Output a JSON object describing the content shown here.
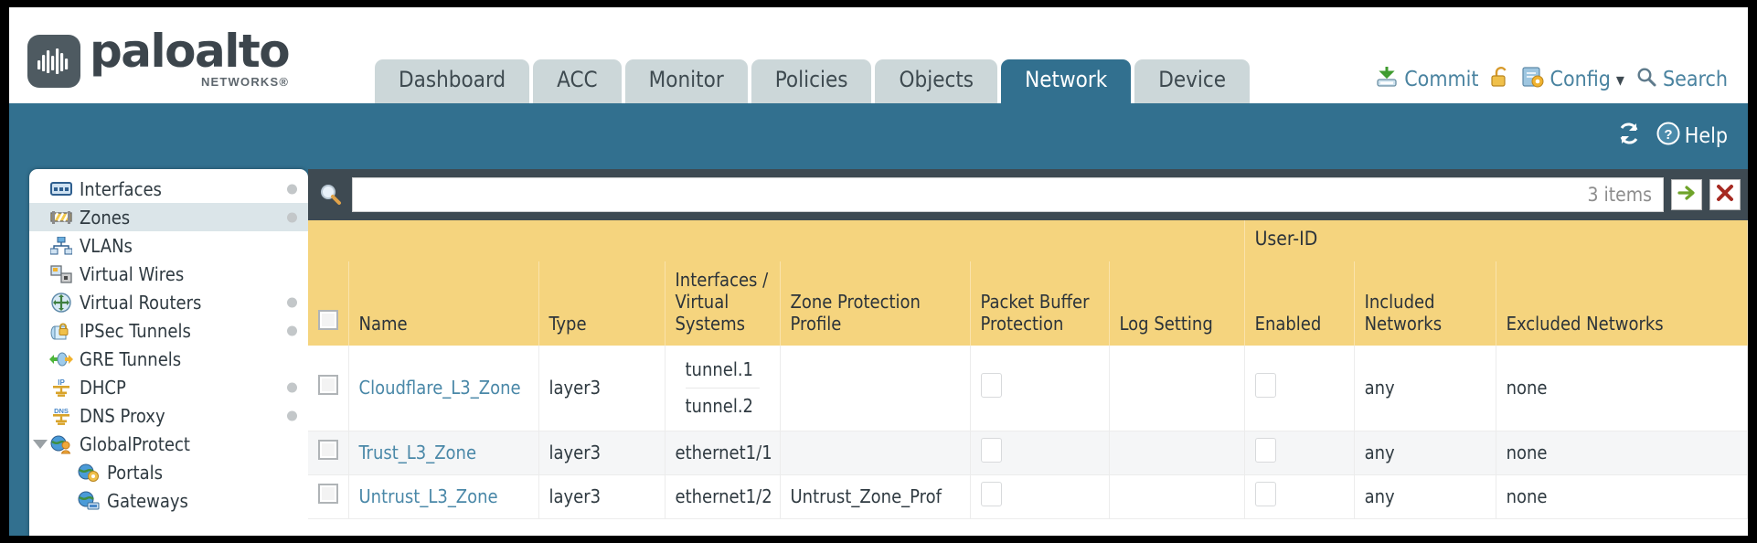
{
  "brand": {
    "name": "paloalto",
    "tagline": "NETWORKS",
    "registered": "®"
  },
  "header": {
    "tabs": [
      {
        "label": "Dashboard",
        "active": false
      },
      {
        "label": "ACC",
        "active": false
      },
      {
        "label": "Monitor",
        "active": false
      },
      {
        "label": "Policies",
        "active": false
      },
      {
        "label": "Objects",
        "active": false
      },
      {
        "label": "Network",
        "active": true
      },
      {
        "label": "Device",
        "active": false
      }
    ],
    "actions": [
      {
        "label": "Commit",
        "icon": "commit-icon"
      },
      {
        "label": "",
        "icon": "unlock-icon"
      },
      {
        "label": "Config",
        "icon": "config-icon",
        "caret": "▾"
      },
      {
        "label": "Search",
        "icon": "search-icon"
      }
    ]
  },
  "toolbar": {
    "refresh_label": "",
    "help_label": "Help"
  },
  "sidebar": {
    "items": [
      {
        "label": "Interfaces",
        "icon": "interfaces-icon",
        "selected": false,
        "dot": true,
        "child": false,
        "caret": false
      },
      {
        "label": "Zones",
        "icon": "zones-icon",
        "selected": true,
        "dot": true,
        "child": false,
        "caret": false
      },
      {
        "label": "VLANs",
        "icon": "vlans-icon",
        "selected": false,
        "dot": false,
        "child": false,
        "caret": false
      },
      {
        "label": "Virtual Wires",
        "icon": "virtual-wires-icon",
        "selected": false,
        "dot": false,
        "child": false,
        "caret": false
      },
      {
        "label": "Virtual Routers",
        "icon": "virtual-routers-icon",
        "selected": false,
        "dot": true,
        "child": false,
        "caret": false
      },
      {
        "label": "IPSec Tunnels",
        "icon": "ipsec-tunnels-icon",
        "selected": false,
        "dot": true,
        "child": false,
        "caret": false
      },
      {
        "label": "GRE Tunnels",
        "icon": "gre-tunnels-icon",
        "selected": false,
        "dot": false,
        "child": false,
        "caret": false
      },
      {
        "label": "DHCP",
        "icon": "dhcp-icon",
        "selected": false,
        "dot": true,
        "child": false,
        "caret": false
      },
      {
        "label": "DNS Proxy",
        "icon": "dns-proxy-icon",
        "selected": false,
        "dot": true,
        "child": false,
        "caret": false
      },
      {
        "label": "GlobalProtect",
        "icon": "globalprotect-icon",
        "selected": false,
        "dot": false,
        "child": false,
        "caret": true
      },
      {
        "label": "Portals",
        "icon": "portals-icon",
        "selected": false,
        "dot": false,
        "child": true,
        "caret": false
      },
      {
        "label": "Gateways",
        "icon": "gateways-icon",
        "selected": false,
        "dot": false,
        "child": true,
        "caret": false
      }
    ]
  },
  "search": {
    "value": "",
    "placeholder": "",
    "items_count": "3 items",
    "apply_icon": "apply-arrow-icon",
    "clear_icon": "clear-x-icon"
  },
  "table": {
    "group_header": "User-ID",
    "columns": [
      "Name",
      "Type",
      "Interfaces / Virtual Systems",
      "Zone Protection Profile",
      "Packet Buffer Protection",
      "Log Setting",
      "Enabled",
      "Included Networks",
      "Excluded Networks"
    ],
    "rows": [
      {
        "checked": false,
        "name": "Cloudflare_L3_Zone",
        "type": "layer3",
        "interfaces": [
          "tunnel.1",
          "tunnel.2"
        ],
        "zone_protection_profile": "",
        "packet_buffer_protection": false,
        "log_setting": "",
        "userid_enabled": false,
        "included_networks": "any",
        "excluded_networks": "none"
      },
      {
        "checked": false,
        "name": "Trust_L3_Zone",
        "type": "layer3",
        "interfaces": [
          "ethernet1/1"
        ],
        "zone_protection_profile": "",
        "packet_buffer_protection": false,
        "log_setting": "",
        "userid_enabled": false,
        "included_networks": "any",
        "excluded_networks": "none"
      },
      {
        "checked": false,
        "name": "Untrust_L3_Zone",
        "type": "layer3",
        "interfaces": [
          "ethernet1/2"
        ],
        "zone_protection_profile": "Untrust_Zone_Prof",
        "packet_buffer_protection": false,
        "log_setting": "",
        "userid_enabled": false,
        "included_networks": "any",
        "excluded_networks": "none"
      }
    ]
  },
  "colors": {
    "brand_blue": "#32708f",
    "header_amber": "#f5d47e",
    "group_amber": "#e1b347",
    "panel_dark": "#3e4a52",
    "link": "#4a88a8"
  }
}
